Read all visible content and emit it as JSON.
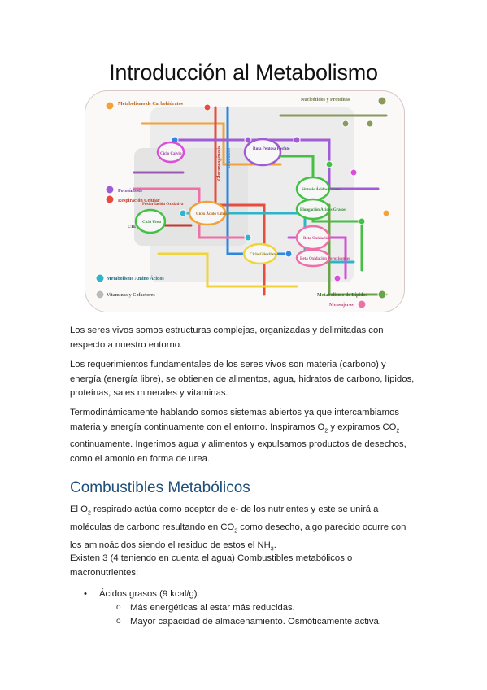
{
  "title": "Introducción al Metabolismo",
  "figure": {
    "labels": {
      "carbs": "Metabolismo de Carbohidratos",
      "nucleotides": "Nucleótidos y Proteínas",
      "photosynthesis": "Fotosíntesis",
      "respiration": "Respiración Celular",
      "amino": "Metabolismo Amino Ácidos",
      "vitamins": "Vitaminas y Cofactores",
      "lipids": "Metabolismo de Lípidos",
      "messengers": "Mensajeros",
      "pentose": "Ruta Pentosa Fosfato",
      "fatty_synth": "Síntesis Ácidos Grasos",
      "elong": "Elongación Ácidos Grasos",
      "beta1": "Beta Oxidación",
      "beta2": "Beta Oxidación Peroxisomas",
      "citric": "Ciclo Ácido Cítrico",
      "urea": "Ciclo Urea",
      "glyox": "Ciclo Glioxilato",
      "cte": "CTE",
      "oxphos": "Fosforilación Oxidativa",
      "glycolysis": "Glucólisis",
      "gluconeo": "Gluconeogénesis",
      "calvin": "Ciclo Calvin"
    }
  },
  "paragraphs": {
    "p1": "Los seres vivos somos estructuras complejas, organizadas y delimitadas con respecto a nuestro entorno.",
    "p2": "Los requerimientos fundamentales de los seres vivos son materia (carbono) y energía (energía libre), se obtienen de alimentos, agua, hidratos de carbono, lípidos, proteínas, sales minerales y vitaminas.",
    "p3a": "Termodinámicamente hablando somos sistemas abiertos ya que intercambiamos materia y energía continuamente con el entorno. Inspiramos O",
    "p3b": "2",
    "p3c": " y expiramos CO",
    "p3d": "2",
    "p3e": " continuamente. Ingerimos agua y alimentos y expulsamos productos de desechos, como el amonio en forma de urea.",
    "p4a": "El O",
    "p4b": "2",
    "p4c": " respirado actúa como aceptor de e- de los nutrientes y este se unirá a moléculas de carbono resultando en CO",
    "p4d": "2",
    "p4e": " como desecho, algo parecido ocurre con los aminoácidos siendo el residuo de estos el NH",
    "p4f": "3",
    "p4g": ".",
    "p5": "Existen 3 (4 teniendo en cuenta el agua) Combustibles metabólicos o macronutrientes:"
  },
  "heading2": "Combustibles Metabólicos",
  "list": {
    "bullet_glyph": "•",
    "sub_glyph": "o",
    "item1": "Ácidos grasos (9 kcal/g):",
    "sub1": "Más energéticas al estar más reducidas.",
    "sub2": "Mayor capacidad de almacenamiento. Osmóticamente activa."
  }
}
